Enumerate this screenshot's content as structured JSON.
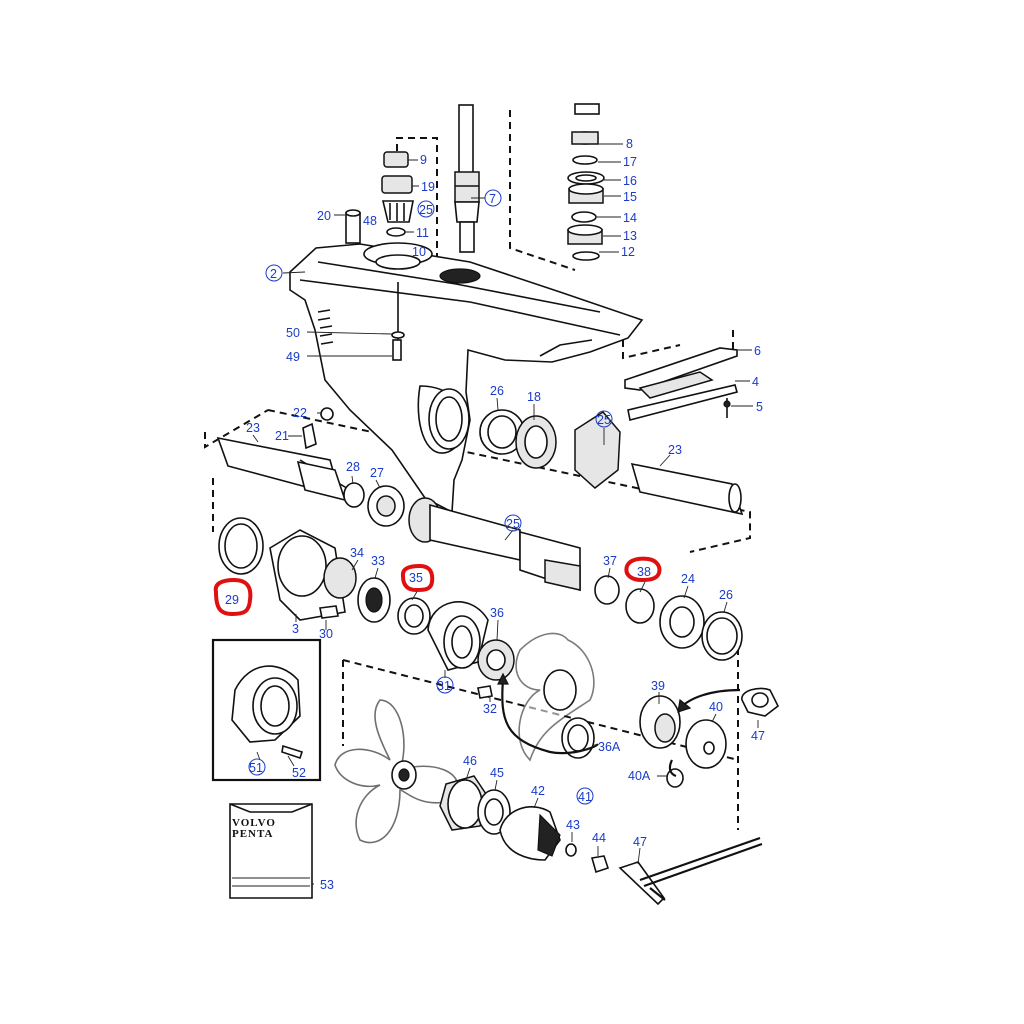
{
  "diagram": {
    "brand_box": {
      "line1": "VOLVO",
      "line2": "PENTA"
    },
    "callouts": [
      {
        "key": "p8",
        "label": "8"
      },
      {
        "key": "p17",
        "label": "17"
      },
      {
        "key": "p16",
        "label": "16"
      },
      {
        "key": "p15",
        "label": "15"
      },
      {
        "key": "p14",
        "label": "14"
      },
      {
        "key": "p13",
        "label": "13"
      },
      {
        "key": "p12",
        "label": "12"
      },
      {
        "key": "p9",
        "label": "9"
      },
      {
        "key": "p19",
        "label": "19"
      },
      {
        "key": "p25a",
        "label": "25"
      },
      {
        "key": "p20",
        "label": "20"
      },
      {
        "key": "p48",
        "label": "48"
      },
      {
        "key": "p11",
        "label": "11"
      },
      {
        "key": "p10",
        "label": "10"
      },
      {
        "key": "p7",
        "label": "7"
      },
      {
        "key": "p2",
        "label": "2"
      },
      {
        "key": "p50",
        "label": "50"
      },
      {
        "key": "p49",
        "label": "49"
      },
      {
        "key": "p6",
        "label": "6"
      },
      {
        "key": "p4",
        "label": "4"
      },
      {
        "key": "p5",
        "label": "5"
      },
      {
        "key": "p26a",
        "label": "26"
      },
      {
        "key": "p18",
        "label": "18"
      },
      {
        "key": "p25b",
        "label": "25"
      },
      {
        "key": "p22",
        "label": "22"
      },
      {
        "key": "p23a",
        "label": "23"
      },
      {
        "key": "p21",
        "label": "21"
      },
      {
        "key": "p23b",
        "label": "23"
      },
      {
        "key": "p28",
        "label": "28"
      },
      {
        "key": "p27",
        "label": "27"
      },
      {
        "key": "p25c",
        "label": "25"
      },
      {
        "key": "p34",
        "label": "34"
      },
      {
        "key": "p33",
        "label": "33"
      },
      {
        "key": "p35",
        "label": "35"
      },
      {
        "key": "p37",
        "label": "37"
      },
      {
        "key": "p38",
        "label": "38"
      },
      {
        "key": "p24",
        "label": "24"
      },
      {
        "key": "p26b",
        "label": "26"
      },
      {
        "key": "p29",
        "label": "29"
      },
      {
        "key": "p3",
        "label": "3"
      },
      {
        "key": "p30",
        "label": "30"
      },
      {
        "key": "p36",
        "label": "36"
      },
      {
        "key": "p31",
        "label": "31"
      },
      {
        "key": "p32",
        "label": "32"
      },
      {
        "key": "p39",
        "label": "39"
      },
      {
        "key": "p40",
        "label": "40"
      },
      {
        "key": "p47a",
        "label": "47"
      },
      {
        "key": "p36A",
        "label": "36A"
      },
      {
        "key": "p40A",
        "label": "40A"
      },
      {
        "key": "p51",
        "label": "51"
      },
      {
        "key": "p52",
        "label": "52"
      },
      {
        "key": "p46",
        "label": "46"
      },
      {
        "key": "p45",
        "label": "45"
      },
      {
        "key": "p42",
        "label": "42"
      },
      {
        "key": "p41",
        "label": "41"
      },
      {
        "key": "p43",
        "label": "43"
      },
      {
        "key": "p44",
        "label": "44"
      },
      {
        "key": "p47b",
        "label": "47"
      },
      {
        "key": "p53",
        "label": "53"
      }
    ],
    "highlight_color": "#e01010",
    "label_color": "#1a3cc8"
  }
}
